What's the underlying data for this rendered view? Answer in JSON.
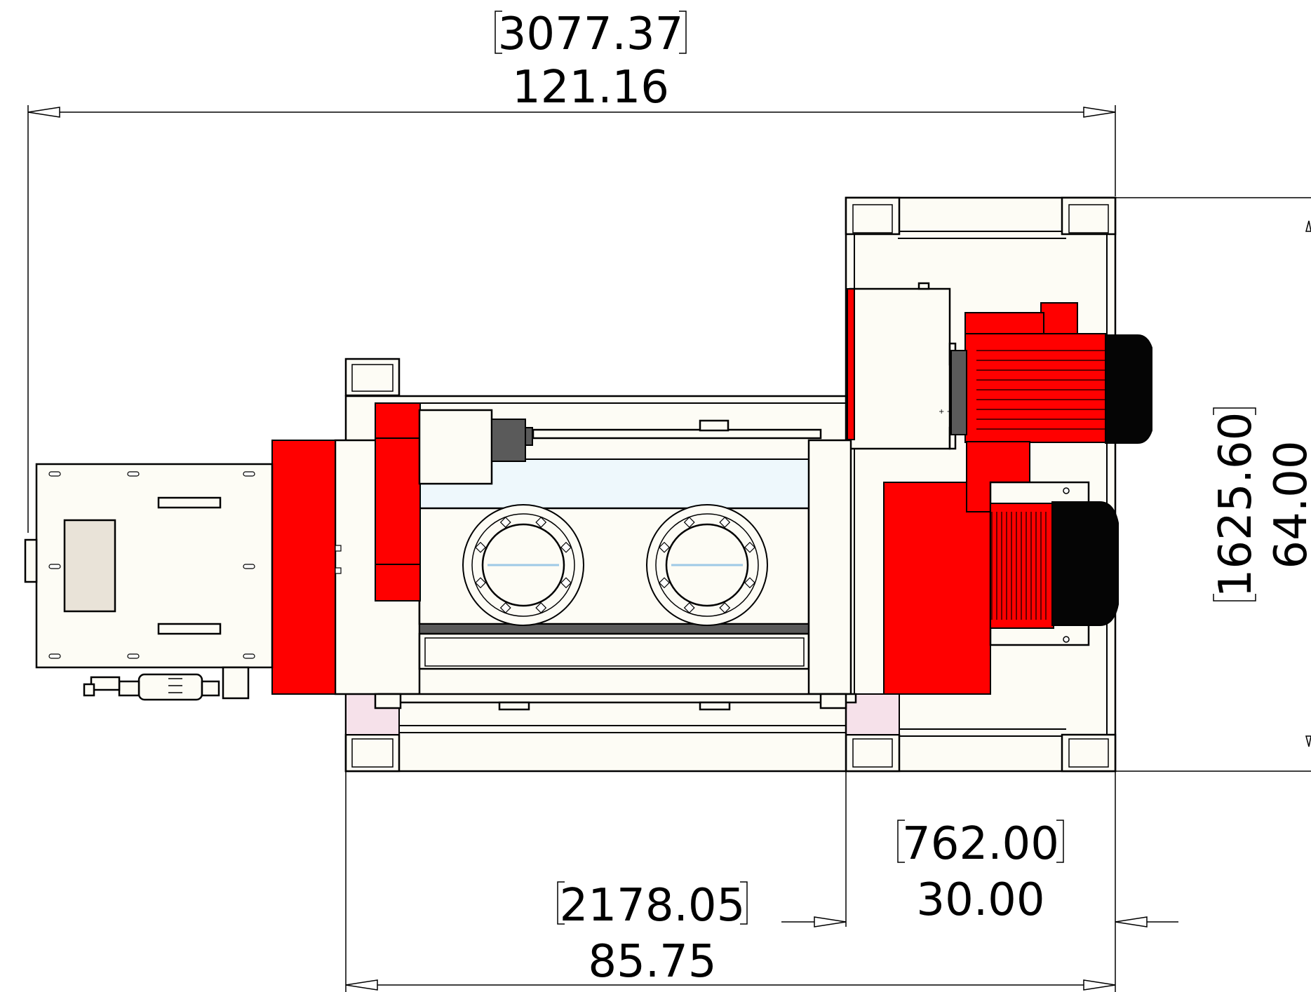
{
  "dimensions": {
    "overall_length": {
      "metric": "3077.37",
      "imperial": "121.16"
    },
    "overall_width": {
      "metric": "1625.60",
      "imperial": "64.00"
    },
    "base_frame_length": {
      "metric": "2178.05",
      "imperial": "85.75"
    },
    "motor_frame_length": {
      "metric": "762.00",
      "imperial": "30.00"
    }
  },
  "colors": {
    "accent": "#ff0000",
    "motor": "#050505",
    "body": "#fdfcf5",
    "line": "#000000"
  }
}
